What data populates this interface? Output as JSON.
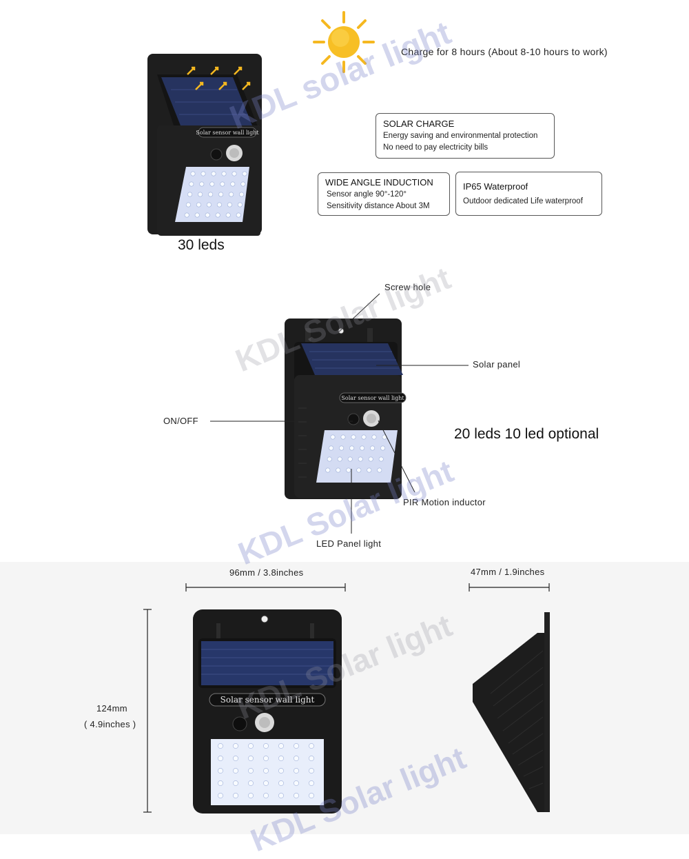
{
  "header": {
    "charge_text": "Charge for 8 hours (About 8-10 hours to work)"
  },
  "product_top": {
    "label": "30 leds",
    "device_text": "Solar sensor wall light"
  },
  "features": {
    "solar_charge": {
      "title": "SOLAR CHARGE",
      "lines": [
        "Energy saving and environmental protection",
        "No need to pay electricity bills"
      ]
    },
    "wide_angle": {
      "title": "WIDE ANGLE INDUCTION",
      "lines": [
        "Sensor angle 90°-120°",
        "Sensitivity distance About 3M"
      ]
    },
    "waterproof": {
      "title": "IP65 Waterproof",
      "lines": [
        "Outdoor dedicated Life waterproof"
      ]
    }
  },
  "diagram": {
    "screw_hole": "Screw hole",
    "solar_panel": "Solar panel",
    "on_off": "ON/OFF",
    "pir": "PIR Motion inductor",
    "led_panel": "LED Panel light",
    "options_label": "20 leds 10 led optional",
    "device_text": "Solar sensor wall light"
  },
  "dimensions": {
    "width": "96mm / 3.8inches",
    "depth": "47mm / 1.9inches",
    "height_mm": "124mm",
    "height_in": "( 4.9inches )",
    "device_text": "Solar sensor wall light"
  },
  "watermark": {
    "text_1": "KDL solar light",
    "text_2": "KDL Solar light",
    "text_3": "KDL Solar light",
    "text_4": "KDL Solar light",
    "text_5": "KDL Solar light"
  },
  "colors": {
    "sun": "#f5b820",
    "device_body": "#1c1c1c",
    "solar_panel": "#283a6e",
    "led_panel": "#e9eefb"
  }
}
